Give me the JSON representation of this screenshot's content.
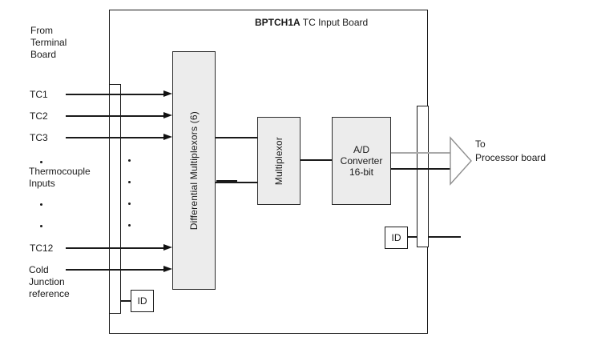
{
  "title": {
    "bold": "BPTCH1A",
    "rest": " TC Input Board"
  },
  "labels": {
    "source": "From\nTerminal\nBoard",
    "tc1": "TC1",
    "tc2": "TC2",
    "tc3": "TC3",
    "thermocouple_inputs": "Thermocouple\nInputs",
    "tc12": "TC12",
    "cold_junction": "Cold\nJunction\nreference",
    "output": "To\nProcessor board"
  },
  "blocks": {
    "differential_multiplexors": "Differential Multiplexors (6)",
    "multiplexor": "Multiplexor",
    "adc": "A/D\nConverter\n16-bit",
    "id_left": "ID",
    "id_right": "ID"
  },
  "colors": {
    "block_fill": "#ececec",
    "line": "#1a1a1a",
    "gray_line": "#a9a9a9",
    "arrow_outline": "#8f8f8f"
  }
}
